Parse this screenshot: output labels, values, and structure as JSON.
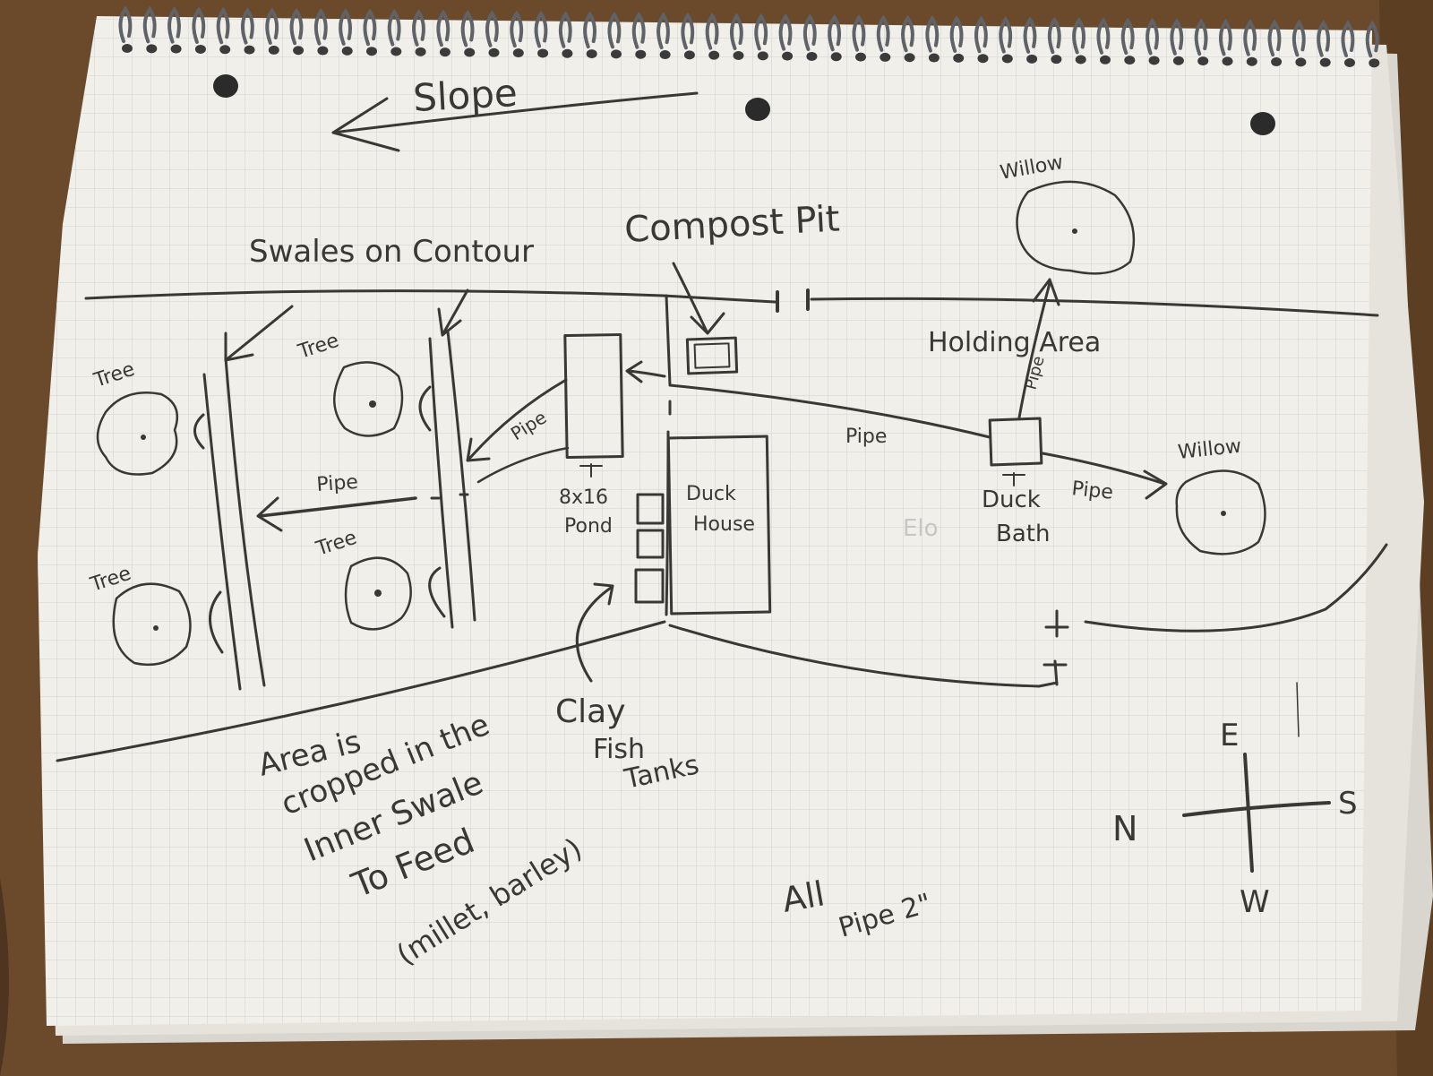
{
  "colors": {
    "desk": "#6b4a2b",
    "paper": "#f1efe9",
    "grid": "#c9cdd0",
    "ink": "#3a3834",
    "spiral": "#5f6266"
  },
  "labels": {
    "slope": "Slope",
    "swales_on_contour": "Swales on Contour",
    "compost_pit": "Compost Pit",
    "willow_top": "Willow",
    "willow_right": "Willow",
    "holding_area": "Holding Area",
    "pipe_vertical": "Pipe",
    "tree_1": "Tree",
    "tree_2": "Tree",
    "tree_3": "Tree",
    "tree_4": "Tree",
    "pipe_diagonal": "Pipe",
    "pipe_horizontal": "Pipe",
    "pipe_middle": "Pipe",
    "pipe_right": "Pipe",
    "pond_size": "8x16",
    "pond": "Pond",
    "duck_house_line1": "Duck",
    "duck_house_line2": "House",
    "duck_bath_line1": "Duck",
    "duck_bath_line2": "Bath",
    "faint_text": "Elo",
    "clay_tanks_line1": "Clay",
    "clay_tanks_line2": "Fish",
    "clay_tanks_line3": "Tanks",
    "note_line1": "Area is",
    "note_line2": "cropped in the",
    "note_line3": "Inner Swale",
    "note_line4": "To Feed",
    "note_line5": "(millet, barley)",
    "all_pipe_line1": "All",
    "all_pipe_line2": "Pipe 2\""
  },
  "compass": {
    "east": "E",
    "south": "S",
    "north": "N",
    "west": "W"
  }
}
